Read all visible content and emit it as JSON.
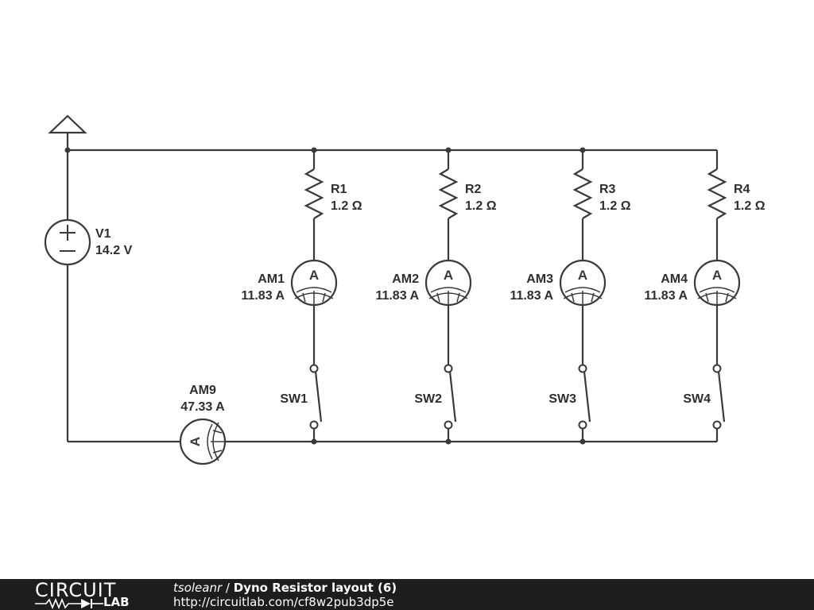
{
  "diagram": {
    "supply": {
      "name": "V1",
      "value": "14.2 V"
    },
    "branches": [
      {
        "resistor": "R1",
        "resistance": "1.2 Ω",
        "ammeter": "AM1",
        "current": "11.83 A",
        "switch": "SW1"
      },
      {
        "resistor": "R2",
        "resistance": "1.2 Ω",
        "ammeter": "AM2",
        "current": "11.83 A",
        "switch": "SW2"
      },
      {
        "resistor": "R3",
        "resistance": "1.2 Ω",
        "ammeter": "AM3",
        "current": "11.83 A",
        "switch": "SW3"
      },
      {
        "resistor": "R4",
        "resistance": "1.2 Ω",
        "ammeter": "AM4",
        "current": "11.83 A",
        "switch": "SW4"
      }
    ],
    "total_meter": {
      "name": "AM9",
      "current": "47.33 A"
    },
    "meter_symbol": "A",
    "colors": {
      "wire": "#3a3a3a",
      "footer_bg": "#1d1d1d"
    }
  },
  "footer": {
    "logo_top": "CIRCUIT",
    "logo_bottom": "LAB",
    "author": "tsoleanr",
    "separator": "/",
    "title": "Dyno Resistor layout (6)",
    "url": "http://circuitlab.com/cf8w2pub3dp5e"
  }
}
